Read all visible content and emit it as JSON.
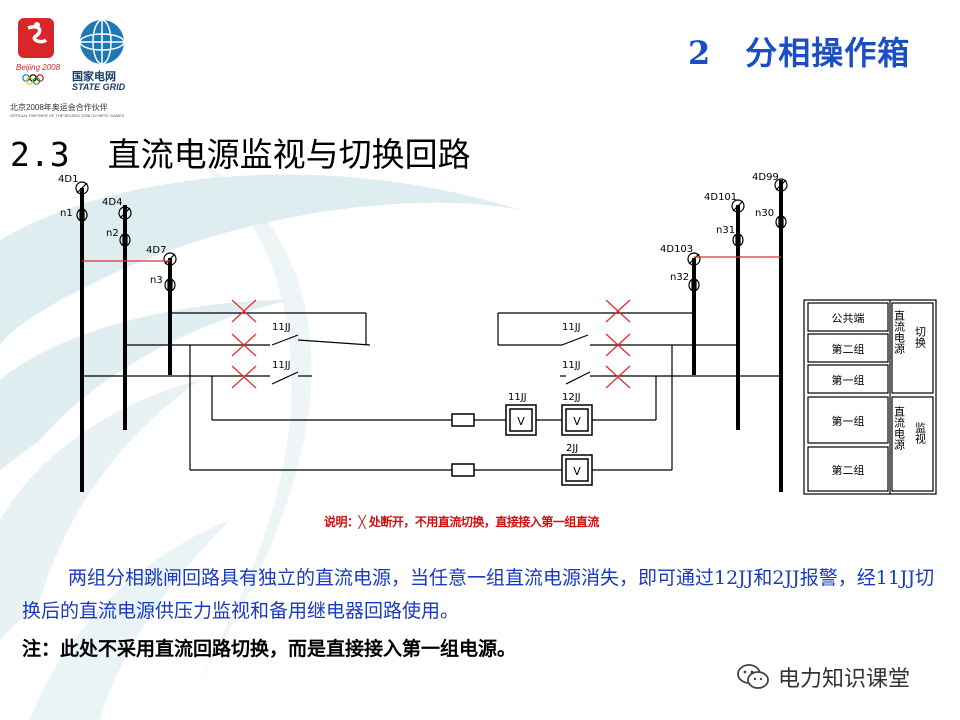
{
  "logo": {
    "olympic_caption": "Beijing 2008",
    "grid_name_cn": "国家电网",
    "grid_name_en": "STATE GRID",
    "partner_cn": "北京2008年奥运会合作伙伴",
    "partner_en": "OFFICIAL PARTNER OF THE BEIJING 2008 OLYMPIC GAMES"
  },
  "header": {
    "section_number": "2",
    "section_title": "分相操作箱"
  },
  "subheader": {
    "number": "2.3",
    "title": "直流电源监视与切换回路"
  },
  "diagram": {
    "left_terminals": [
      "4D1",
      "4D4",
      "4D7"
    ],
    "left_nodes": [
      "n1",
      "n2",
      "n3"
    ],
    "right_terminals": [
      "4D99",
      "4D101",
      "4D103"
    ],
    "right_nodes": [
      "n30",
      "n31",
      "n32"
    ],
    "relay_contacts": [
      "11JJ",
      "11JJ",
      "11JJ",
      "11JJ"
    ],
    "relays": [
      "11JJ",
      "12JJ",
      "2JJ"
    ],
    "relay_symbol": "V",
    "legend_rows": [
      {
        "group": "公共端"
      },
      {
        "group": "第二组"
      },
      {
        "group": "第一组"
      },
      {
        "group": "第一组"
      },
      {
        "group": "第二组"
      }
    ],
    "legend_side_1": "直流电源",
    "legend_side_1_tag": "切换",
    "legend_side_2": "直流电源",
    "legend_side_2_tag": "监视",
    "caption": "说明：╳ 处断开，不用直流切换，直接接入第一组直流"
  },
  "body": {
    "paragraph": "两组分相跳闸回路具有独立的直流电源，当任意一组直流电源消失，即可通过12JJ和2JJ报警，经11JJ切换后的直流电源供压力监视和备用继电器回路使用。",
    "note": "注：此处不采用直流回路切换，而是直接接入第一组电源。"
  },
  "watermark": {
    "text": "电力知识课堂"
  }
}
